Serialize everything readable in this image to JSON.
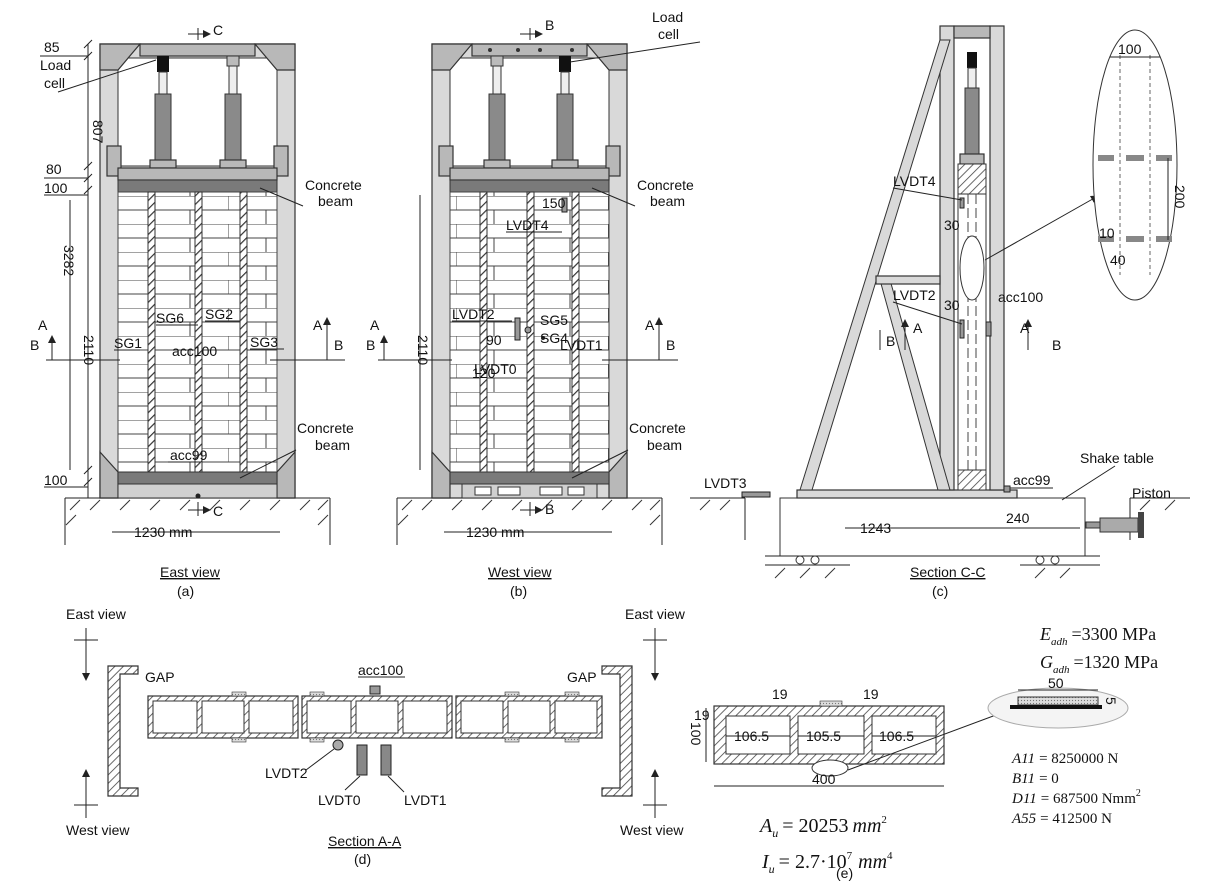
{
  "colors": {
    "frame": "#d9d9d9",
    "beam": "#7a7a7a",
    "line": "#222222",
    "background": "#ffffff"
  },
  "panel_a": {
    "c_top": "C",
    "c_bottom": "C",
    "load_cell_1": "Load",
    "load_cell_2": "cell",
    "dim_85": "85",
    "dim_807": "807",
    "dim_80": "80",
    "dim_100_top": "100",
    "dim_3282": "3282",
    "dim_2110": "2110",
    "dim_100_bot": "100",
    "beam_top_1": "Concrete",
    "beam_top_2": "beam",
    "beam_bot_1": "Concrete",
    "beam_bot_2": "beam",
    "sg1": "SG1",
    "sg2": "SG2",
    "sg3": "SG3",
    "sg6": "SG6",
    "acc100": "acc100",
    "acc99": "acc99",
    "a_left": "A",
    "b_left": "B",
    "a_right": "A",
    "b_right": "B",
    "width": "1230 mm",
    "view": "East view",
    "tag": "(a)"
  },
  "panel_b": {
    "b_top": "B",
    "b_bottom": "B",
    "load_cell_1": "Load",
    "load_cell_2": "cell",
    "dim_2110": "2110",
    "dim_150": "150",
    "dim_90": "90",
    "dim_120": "120",
    "beam_top_1": "Concrete",
    "beam_top_2": "beam",
    "beam_bot_1": "Concrete",
    "beam_bot_2": "beam",
    "lvdt4": "LVDT4",
    "lvdt2": "LVDT2",
    "lvdt0": "LVDT0",
    "lvdt1": "LVDT1",
    "sg5": "SG5",
    "sg4": "SG4",
    "a_left": "A",
    "b_left": "B",
    "a_right": "A",
    "b_right": "B",
    "width": "1230 mm",
    "view": "West view",
    "tag": "(b)"
  },
  "panel_c": {
    "lvdt4": "LVDT4",
    "lvdt2": "LVDT2",
    "lvdt3": "LVDT3",
    "dim_30a": "30",
    "dim_30b": "30",
    "acc100": "acc100",
    "acc99": "acc99",
    "a_left": "A",
    "b_left": "B",
    "a_right": "A",
    "b_right": "B",
    "shake_table": "Shake table",
    "piston": "Piston",
    "dim_1243": "1243",
    "dim_240": "240",
    "det_100": "100",
    "det_200": "200",
    "det_10": "10",
    "det_40": "40",
    "view": "Section C-C",
    "tag": "(c)"
  },
  "panel_d": {
    "east_left": "East view",
    "east_right": "East view",
    "west_left": "West view",
    "west_right": "West view",
    "gap_left": "GAP",
    "gap_right": "GAP",
    "acc100": "acc100",
    "lvdt2": "LVDT2",
    "lvdt0": "LVDT0",
    "lvdt1": "LVDT1",
    "view": "Section A-A",
    "tag": "(d)"
  },
  "panel_e": {
    "t19a": "19",
    "t19b": "19",
    "t19c": "19",
    "h100": "100",
    "w1": "106.5",
    "w2": "105.5",
    "w3": "106.5",
    "w400": "400",
    "au_lhs": "A",
    "au_sub": "u",
    "au_rhs": "= 20253",
    "au_unit": "mm",
    "au_exp": "2",
    "iu_lhs": "I",
    "iu_sub": "u",
    "iu_rhs": "= 2.7·10",
    "iu_exp1": "7",
    "iu_unit": "mm",
    "iu_exp2": "4",
    "e_sym": "E",
    "e_sub": "adh",
    "e_val": "=3300 MPa",
    "g_sym": "G",
    "g_sub": "adh",
    "g_val": "=1320 MPa",
    "d50": "50",
    "d5": "5",
    "a11_sym": "A11",
    "a11_val": "= 8250000 N",
    "b11_sym": "B11",
    "b11_val": "= 0",
    "d11_sym": "D11",
    "d11_val": "= 687500 Nmm",
    "d11_exp": "2",
    "a55_sym": "A55",
    "a55_val": "= 412500 N",
    "tag": "(e)"
  }
}
